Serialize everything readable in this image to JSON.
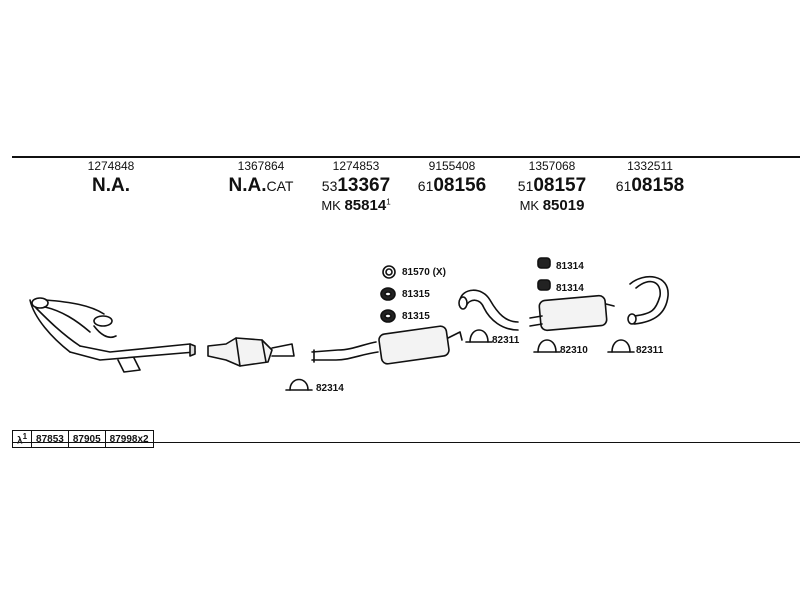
{
  "header_columns": [
    {
      "article": "1274848",
      "prefix": "",
      "main": "N.A.",
      "suffix": "",
      "mk_prefix": "",
      "mk_value": "",
      "mk_sup": ""
    },
    {
      "article": "1367864",
      "prefix": "",
      "main": "N.A.",
      "suffix": "CAT",
      "mk_prefix": "",
      "mk_value": "",
      "mk_sup": ""
    },
    {
      "article": "1274853",
      "prefix": "53",
      "main": "13367",
      "suffix": "",
      "mk_prefix": "MK",
      "mk_value": "85814",
      "mk_sup": "1"
    },
    {
      "article": "9155408",
      "prefix": "61",
      "main": "08156",
      "suffix": "",
      "mk_prefix": "",
      "mk_value": "",
      "mk_sup": ""
    },
    {
      "article": "1357068",
      "prefix": "51",
      "main": "08157",
      "suffix": "",
      "mk_prefix": "MK",
      "mk_value": "85019",
      "mk_sup": ""
    },
    {
      "article": "1332511",
      "prefix": "61",
      "main": "08158",
      "suffix": "",
      "mk_prefix": "",
      "mk_value": "",
      "mk_sup": ""
    }
  ],
  "part_labels": [
    "81570 (X)",
    "81315",
    "81315",
    "81314",
    "81314",
    "82311",
    "82310",
    "82311",
    "82314"
  ],
  "bottom_table": {
    "lambda_label": "λ",
    "lambda_sup": "1",
    "codes": [
      "87853",
      "87905",
      "87998x2"
    ]
  }
}
